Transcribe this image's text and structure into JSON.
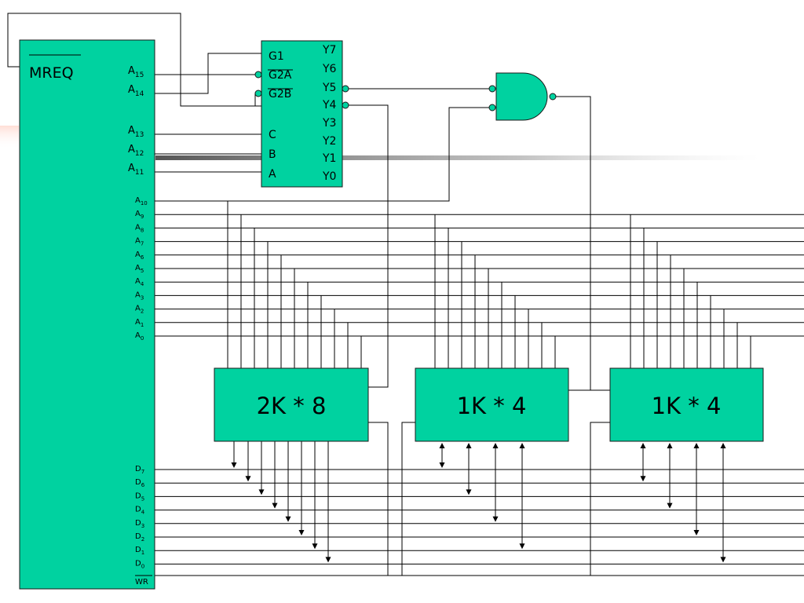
{
  "cpu": {
    "mreq": "MREQ",
    "wr": "WR",
    "addr_upper": [
      {
        "name": "A15",
        "base": "A",
        "sub": "15"
      },
      {
        "name": "A14",
        "base": "A",
        "sub": "14"
      },
      {
        "name": "A13",
        "base": "A",
        "sub": "13"
      },
      {
        "name": "A12",
        "base": "A",
        "sub": "12"
      },
      {
        "name": "A11",
        "base": "A",
        "sub": "11"
      }
    ],
    "addr_lower": [
      {
        "name": "A10",
        "base": "A",
        "sub": "10"
      },
      {
        "name": "A9",
        "base": "A",
        "sub": "9"
      },
      {
        "name": "A8",
        "base": "A",
        "sub": "8"
      },
      {
        "name": "A7",
        "base": "A",
        "sub": "7"
      },
      {
        "name": "A6",
        "base": "A",
        "sub": "6"
      },
      {
        "name": "A5",
        "base": "A",
        "sub": "5"
      },
      {
        "name": "A4",
        "base": "A",
        "sub": "4"
      },
      {
        "name": "A3",
        "base": "A",
        "sub": "3"
      },
      {
        "name": "A2",
        "base": "A",
        "sub": "2"
      },
      {
        "name": "A1",
        "base": "A",
        "sub": "1"
      },
      {
        "name": "A0",
        "base": "A",
        "sub": "0"
      }
    ],
    "data": [
      {
        "name": "D7",
        "base": "D",
        "sub": "7"
      },
      {
        "name": "D6",
        "base": "D",
        "sub": "6"
      },
      {
        "name": "D5",
        "base": "D",
        "sub": "5"
      },
      {
        "name": "D4",
        "base": "D",
        "sub": "4"
      },
      {
        "name": "D3",
        "base": "D",
        "sub": "3"
      },
      {
        "name": "D2",
        "base": "D",
        "sub": "2"
      },
      {
        "name": "D1",
        "base": "D",
        "sub": "1"
      },
      {
        "name": "D0",
        "base": "D",
        "sub": "0"
      }
    ]
  },
  "decoder": {
    "inputs": [
      "G1",
      "G2A",
      "G2B",
      "C",
      "B",
      "A"
    ],
    "outputs": [
      "Y7",
      "Y6",
      "Y5",
      "Y4",
      "Y3",
      "Y2",
      "Y1",
      "Y0"
    ]
  },
  "chips": [
    {
      "label": "2K * 8"
    },
    {
      "label": "1K * 4"
    },
    {
      "label": "1K * 4"
    }
  ],
  "colors": {
    "block_fill": "#00d2a0",
    "line": "#000000"
  }
}
